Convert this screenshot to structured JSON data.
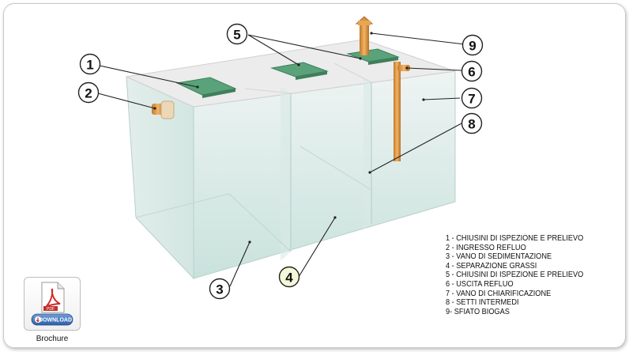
{
  "diagram": {
    "callouts": [
      {
        "id": "1",
        "number": "1"
      },
      {
        "id": "2",
        "number": "2"
      },
      {
        "id": "3",
        "number": "3"
      },
      {
        "id": "4",
        "number": "4"
      },
      {
        "id": "5",
        "number": "5"
      },
      {
        "id": "6",
        "number": "6"
      },
      {
        "id": "7",
        "number": "7"
      },
      {
        "id": "8",
        "number": "8"
      },
      {
        "id": "9",
        "number": "9"
      }
    ],
    "legend": [
      "1 - CHIUSINI DI ISPEZIONE E PRELIEVO",
      "2 - INGRESSO REFLUO",
      "3 - VANO DI SEDIMENTAZIONE",
      "4 - SEPARAZIONE GRASSI",
      "5 - CHIUSINI DI ISPEZIONE E PRELIEVO",
      "6 - USCITA REFLUO",
      "7 - VANO DI CHIARIFICAZIONE",
      "8 - SETTI INTERMEDI",
      "9- SFIATO BIOGAS"
    ]
  },
  "brochure": {
    "badge": "PDF",
    "download_label": "DOWNLOAD",
    "label": "Brochure"
  },
  "colors": {
    "tank_top": "#eeeeee",
    "tank_glass": "#dcebe8",
    "lid_green": "#5aa37a",
    "pipe_orange": "#e0a050",
    "highlight_callout": "#f4f7d8"
  }
}
